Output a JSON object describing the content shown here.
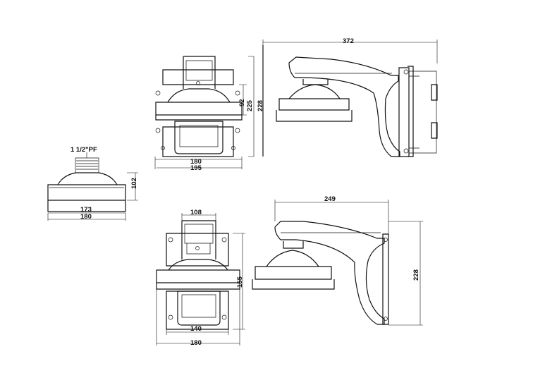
{
  "labels": {
    "thread": "1  1/2\"PF",
    "v1_h": "102",
    "v1_w1": "173",
    "v1_w2": "180",
    "v2_h1": "92",
    "v2_h2": "225",
    "v2_w1": "180",
    "v2_w2": "195",
    "v3_h": "228",
    "v3_w": "372",
    "v4_w1": "108",
    "v4_h": "155",
    "v4_w2": "140",
    "v4_w3": "180",
    "v5_w": "249",
    "v5_h": "228"
  }
}
